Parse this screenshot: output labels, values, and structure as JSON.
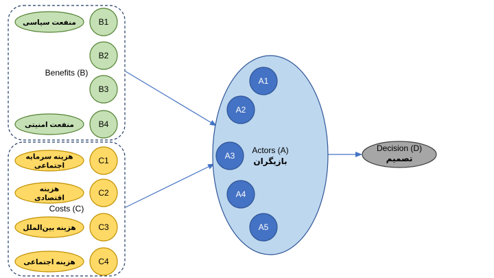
{
  "colors": {
    "benefit_fill": "#c5e0b4",
    "benefit_stroke": "#548235",
    "cost_fill": "#ffd966",
    "cost_stroke": "#bf9000",
    "actor_ellipse_fill": "#bdd7ee",
    "actor_ellipse_stroke": "#2f5597",
    "actor_node_fill": "#4472c4",
    "actor_node_stroke": "#2f5597",
    "decision_fill": "#a6a6a6",
    "decision_stroke": "#404040",
    "arrow": "#4472c4",
    "group_border": "#1f3864"
  },
  "benefits": {
    "label": "Benefits (B)",
    "items": [
      {
        "code": "B1",
        "text": [
          "منفعت سیاسی"
        ]
      },
      {
        "code": "B2",
        "text": []
      },
      {
        "code": "B3",
        "text": []
      },
      {
        "code": "B4",
        "text": [
          "منفعت امنیتی"
        ]
      }
    ]
  },
  "costs": {
    "label": "Costs (C)",
    "items": [
      {
        "code": "C1",
        "text": [
          "هزینه سرمایه",
          "اجتماعی"
        ]
      },
      {
        "code": "C2",
        "text": [
          "هزینه",
          "اقتصادی"
        ]
      },
      {
        "code": "C3",
        "text": [
          "هزینه بین‌الملل"
        ]
      },
      {
        "code": "C4",
        "text": [
          "هزینه اجتماعی"
        ]
      }
    ]
  },
  "actors": {
    "label_en": "Actors (A)",
    "label_fa": "بازیگران",
    "nodes": [
      "A1",
      "A2",
      "A3",
      "A4",
      "A5"
    ]
  },
  "decision": {
    "label_en": "Decision (D)",
    "label_fa": "تصمیم"
  }
}
